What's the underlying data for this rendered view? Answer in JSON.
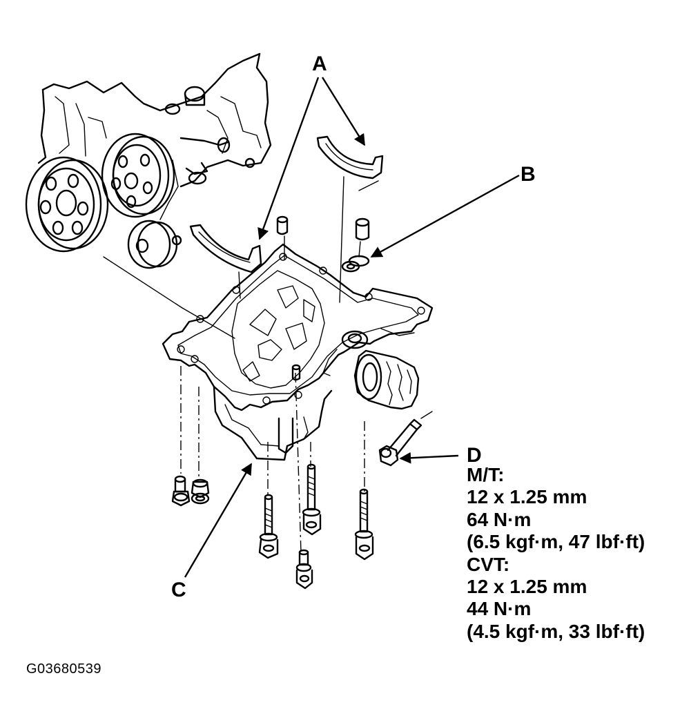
{
  "callouts": {
    "a": "A",
    "b": "B",
    "c": "C",
    "d": "D"
  },
  "torque_spec": {
    "lines": [
      "M/T:",
      "12 x 1.25 mm",
      "64 N·m",
      "(6.5 kgf·m, 47 lbf·ft)",
      "CVT:",
      "12 x 1.25 mm",
      "44 N·m",
      "(4.5 kgf·m, 33 lbf·ft)"
    ]
  },
  "figure_id": "G03680539",
  "colors": {
    "ink": "#000000",
    "background": "#ffffff"
  }
}
